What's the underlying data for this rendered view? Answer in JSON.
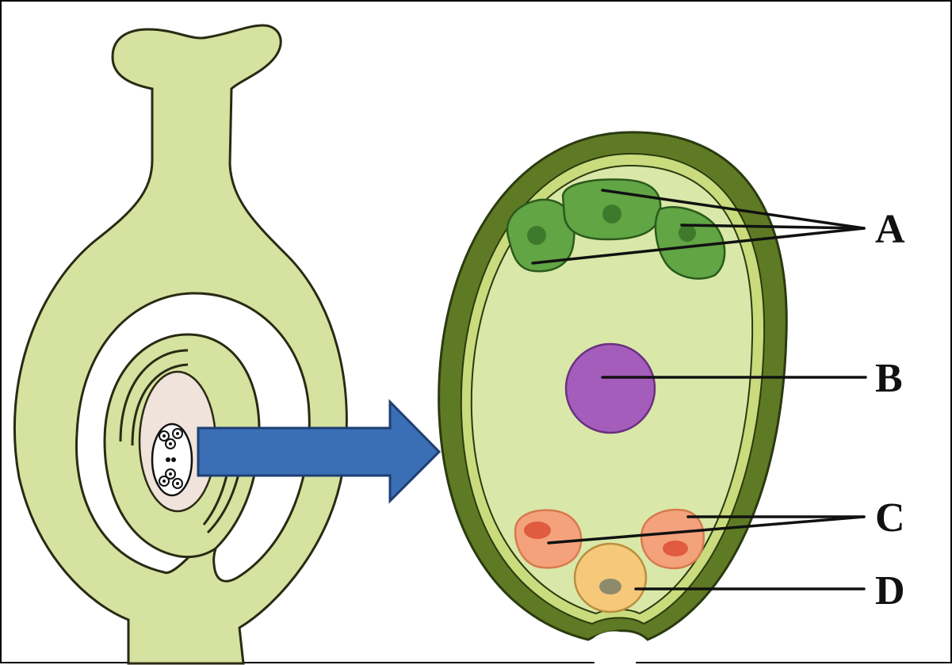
{
  "labels": {
    "a": "A",
    "b": "B",
    "c": "C",
    "d": "D"
  },
  "colors": {
    "tissue": "#d6e29f",
    "tissue_outline": "#2a2a14",
    "nucellus": "#efe3dc",
    "sac_wall_dark": "#5f7a24",
    "sac_wall_light": "#c9db7c",
    "sac_fill": "#d9e8a8",
    "antipodal": "#61a544",
    "antipodal_nucleus": "#3e7a2b",
    "polar_nucleus": "#a55dbc",
    "synergid": "#f4a27c",
    "synergid_nucleus": "#e05b3f",
    "egg": "#f6c87a",
    "egg_nucleus": "#8e8b6c",
    "arrow": "#3a6eb5"
  },
  "icons": [
    "right-arrow-icon"
  ]
}
